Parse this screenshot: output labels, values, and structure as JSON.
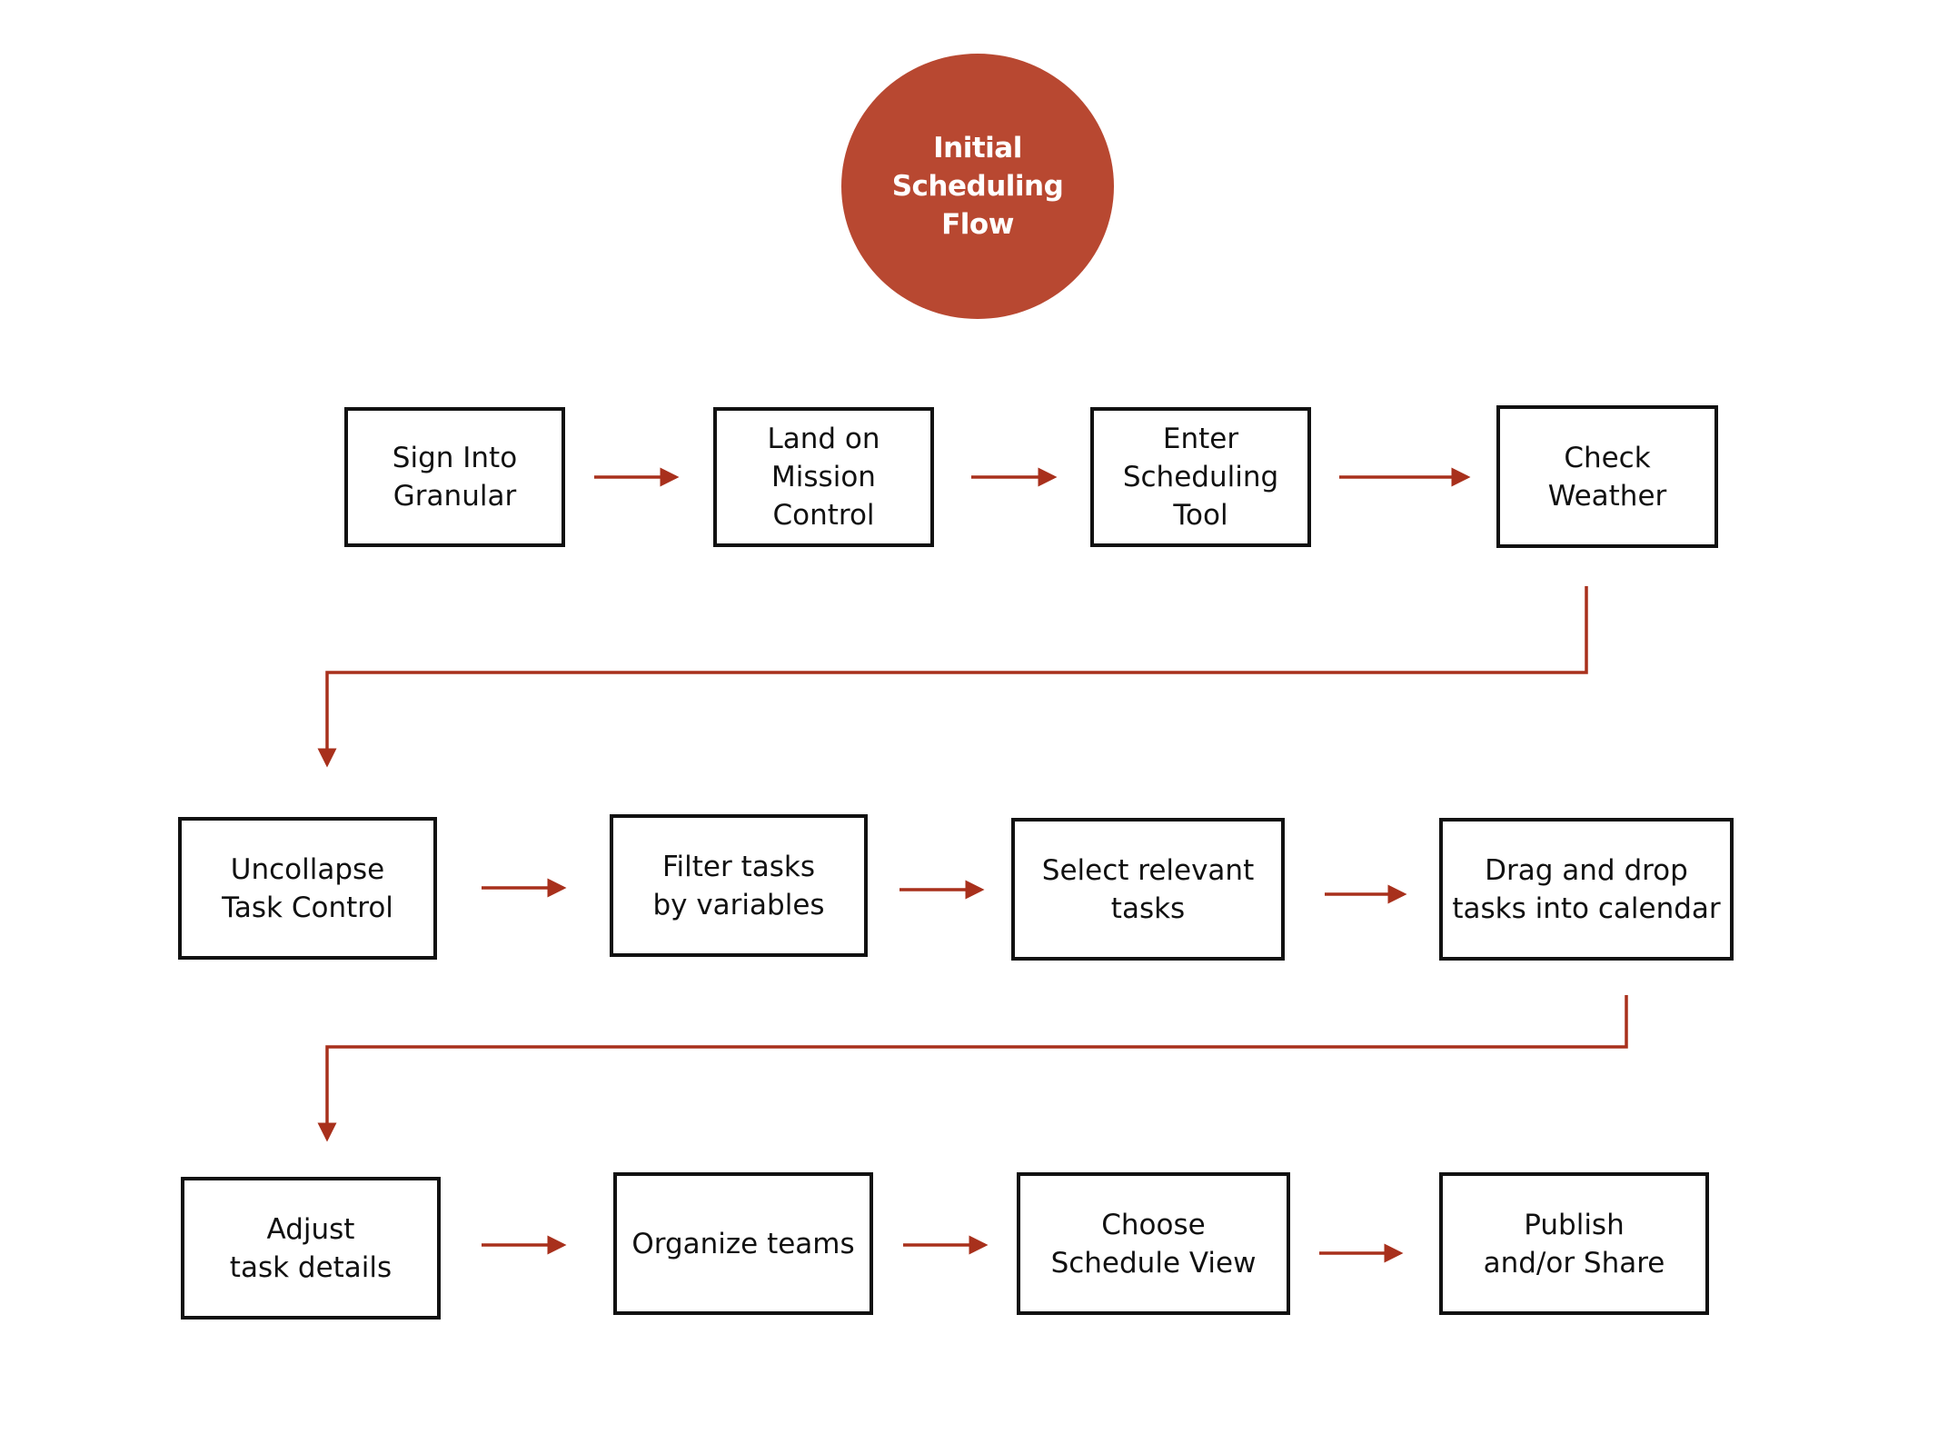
{
  "colors": {
    "accent": "#B84831",
    "arrow": "#A8301C",
    "box_border": "#111111",
    "title_text": "#FFFFFF"
  },
  "title": {
    "text": "Initial\nScheduling\nFlow"
  },
  "steps": [
    {
      "label": "Sign Into\nGranular"
    },
    {
      "label": "Land on\nMission\nControl"
    },
    {
      "label": "Enter\nScheduling\nTool"
    },
    {
      "label": "Check\nWeather"
    },
    {
      "label": "Uncollapse\nTask Control"
    },
    {
      "label": "Filter tasks\nby variables"
    },
    {
      "label": "Select relevant\ntasks"
    },
    {
      "label": "Drag and drop\ntasks into calendar"
    },
    {
      "label": "Adjust\ntask details"
    },
    {
      "label": "Organize teams"
    },
    {
      "label": "Choose\nSchedule View"
    },
    {
      "label": "Publish\nand/or Share"
    }
  ]
}
